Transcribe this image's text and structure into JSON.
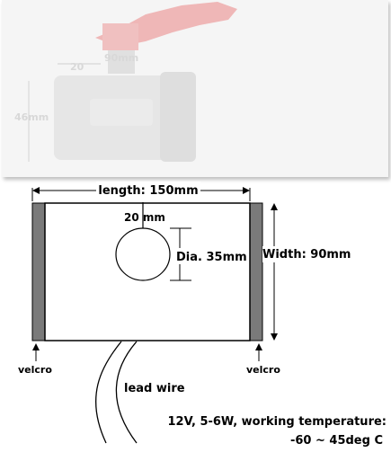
{
  "photo": {
    "dim_width": "90mm",
    "dim_offset": "20",
    "dim_height": "46mm",
    "colors": {
      "handle": "#e8a0a0",
      "body": "#e4e4e4",
      "dim": "#d8d8d8"
    }
  },
  "diagram": {
    "length_label": "length: 150mm",
    "hole_offset_label": "20 mm",
    "diameter_label": "Dia. 35mm",
    "width_label": "Width: 90mm",
    "velcro_left": "velcro",
    "velcro_right": "velcro",
    "lead_wire": "lead wire",
    "spec_line1": "12V, 5-6W, working temperature:",
    "spec_line2": "-60 ~ 45deg C",
    "colors": {
      "velcro": "#7a7a7a",
      "outline": "#000000"
    }
  }
}
